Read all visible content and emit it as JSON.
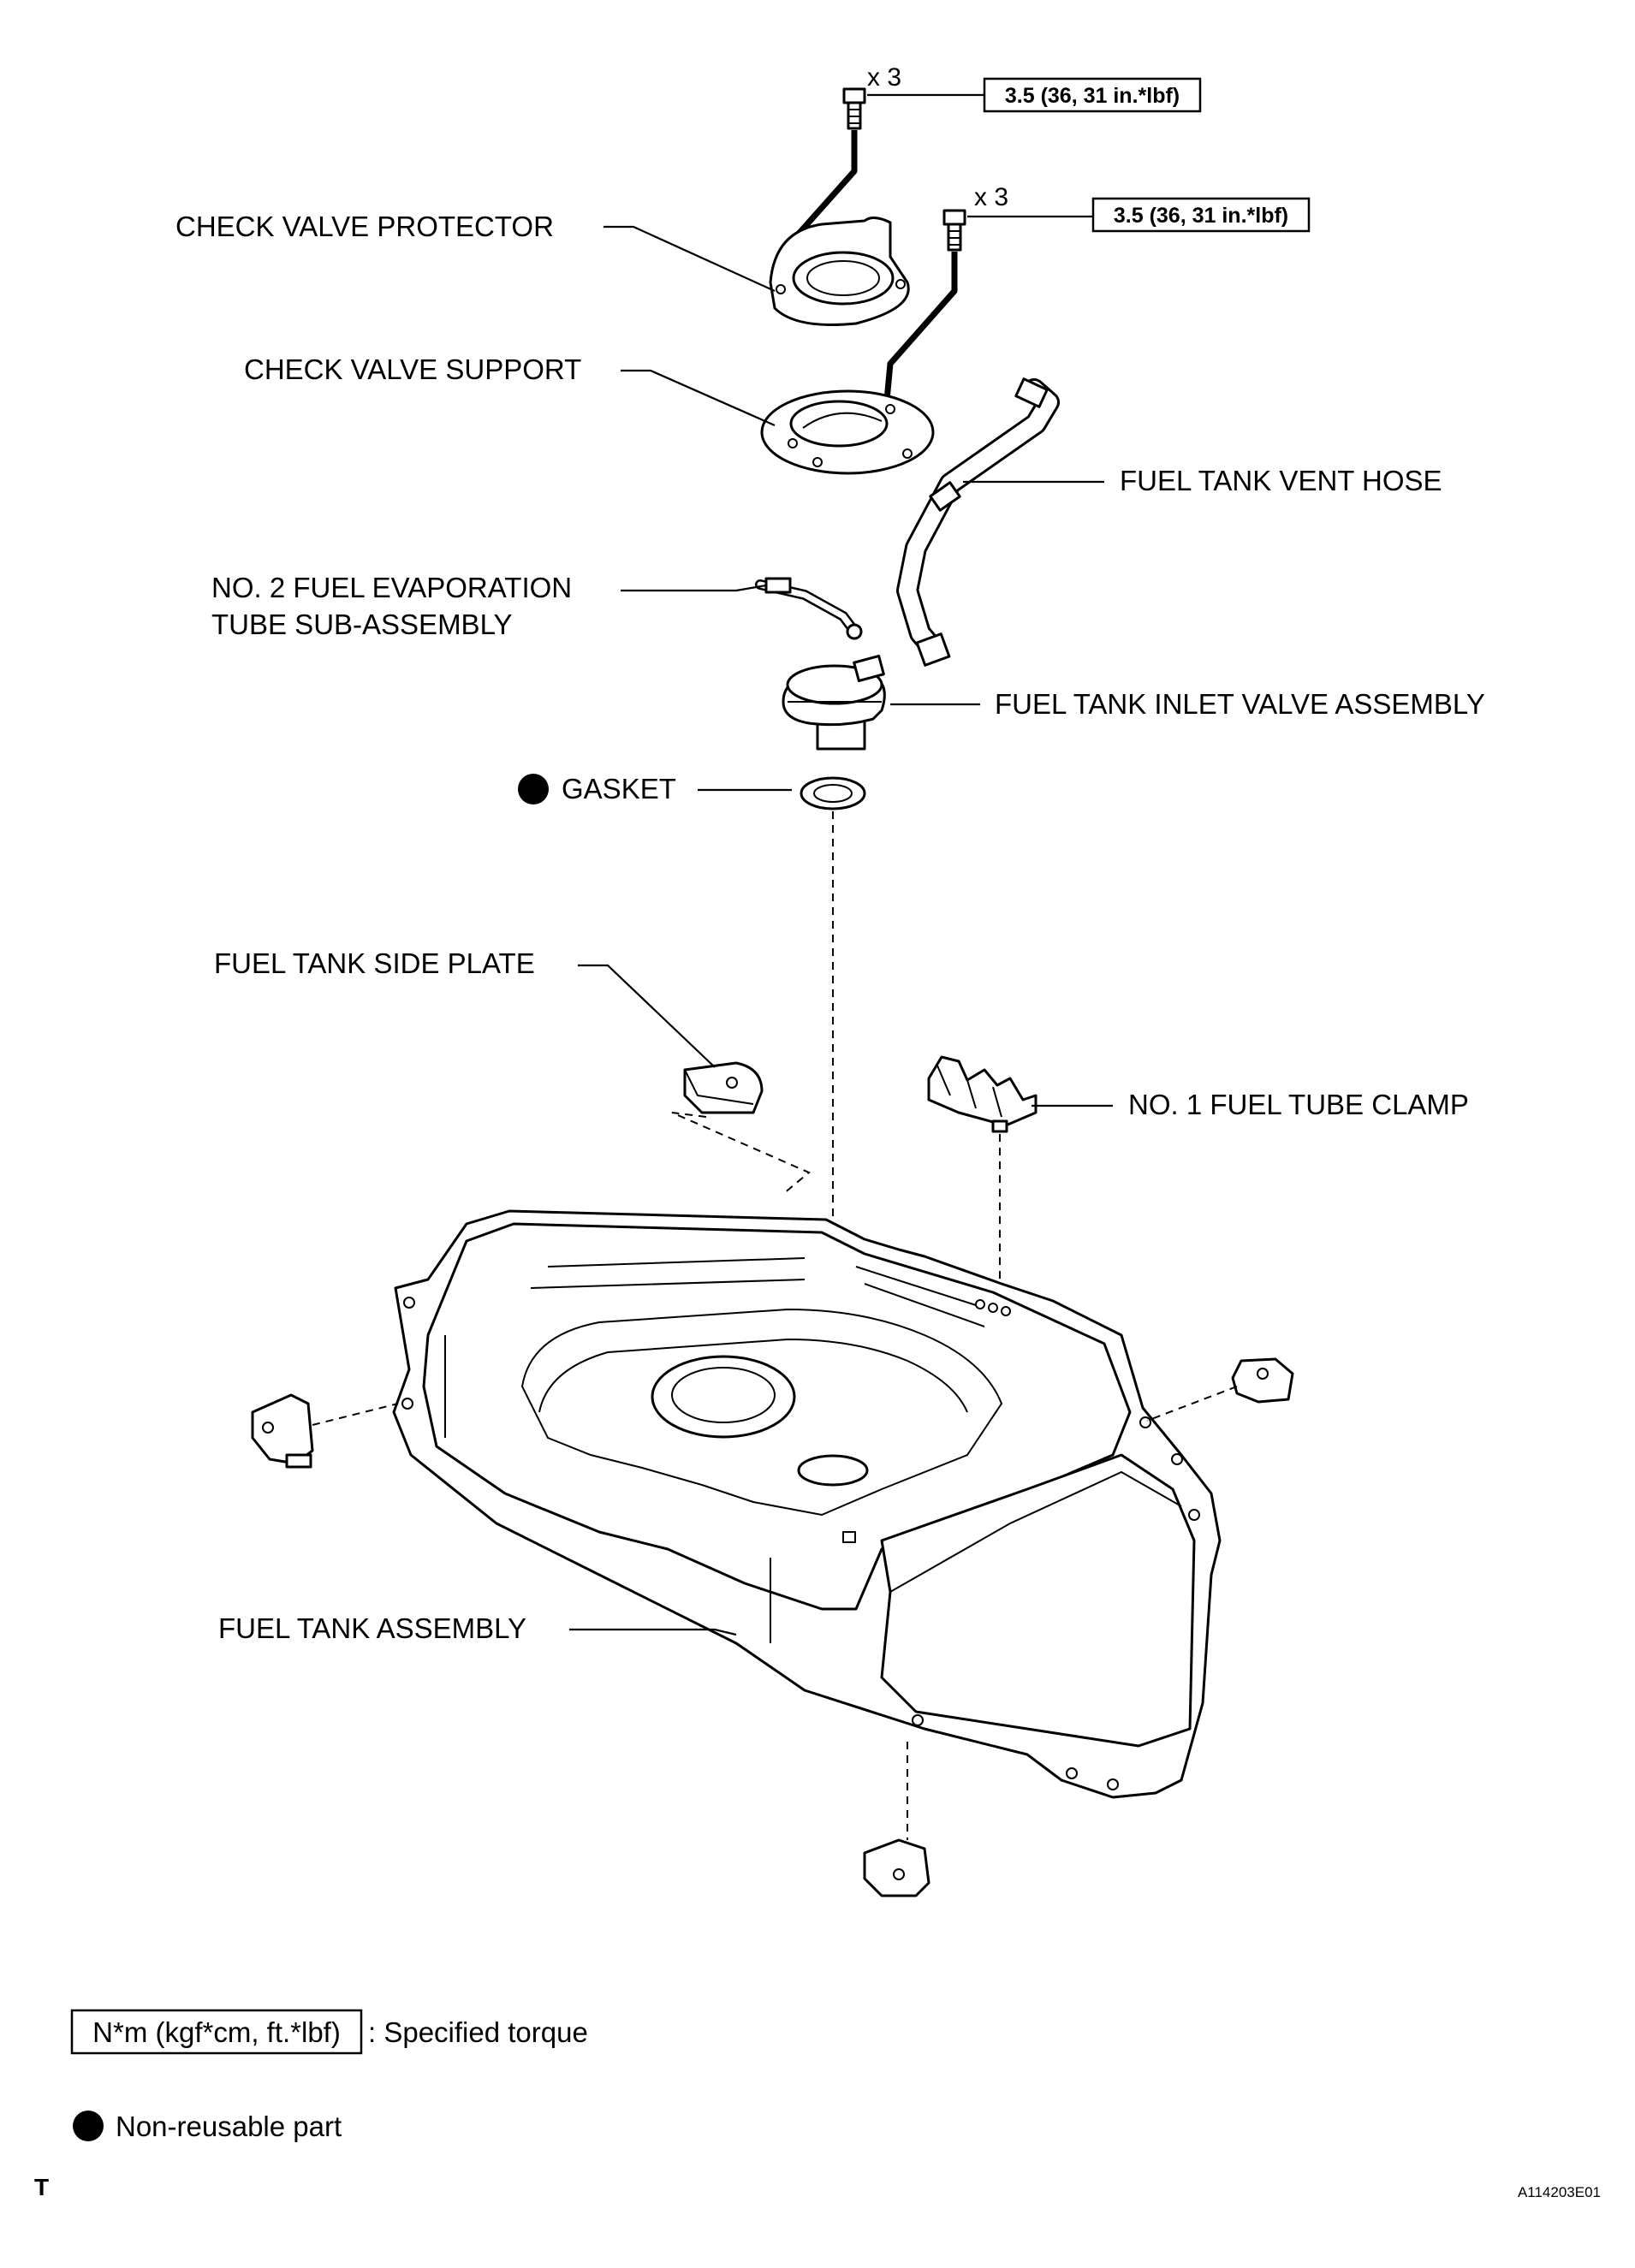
{
  "labels": {
    "check_valve_protector": "CHECK VALVE PROTECTOR",
    "check_valve_support": "CHECK VALVE SUPPORT",
    "fuel_tank_vent_hose": "FUEL TANK VENT HOSE",
    "no2_fuel_evap_tube_line1": "NO. 2 FUEL EVAPORATION",
    "no2_fuel_evap_tube_line2": "TUBE SUB-ASSEMBLY",
    "fuel_tank_inlet_valve": "FUEL TANK INLET VALVE ASSEMBLY",
    "gasket": "GASKET",
    "fuel_tank_side_plate": "FUEL TANK SIDE PLATE",
    "no1_fuel_tube_clamp": "NO. 1 FUEL TUBE CLAMP",
    "fuel_tank_assembly": "FUEL TANK ASSEMBLY"
  },
  "torque_specs": [
    {
      "qty": "x 3",
      "value": "3.5 (36, 31 in.*lbf)"
    },
    {
      "qty": "x 3",
      "value": "3.5 (36, 31 in.*lbf)"
    }
  ],
  "legend": {
    "torque_box": "N*m (kgf*cm, ft.*lbf)",
    "torque_desc": ": Specified torque",
    "nonreusable_desc": "Non-reusable part"
  },
  "footer": {
    "corner_mark": "T",
    "figure_code": "A114203E01"
  }
}
